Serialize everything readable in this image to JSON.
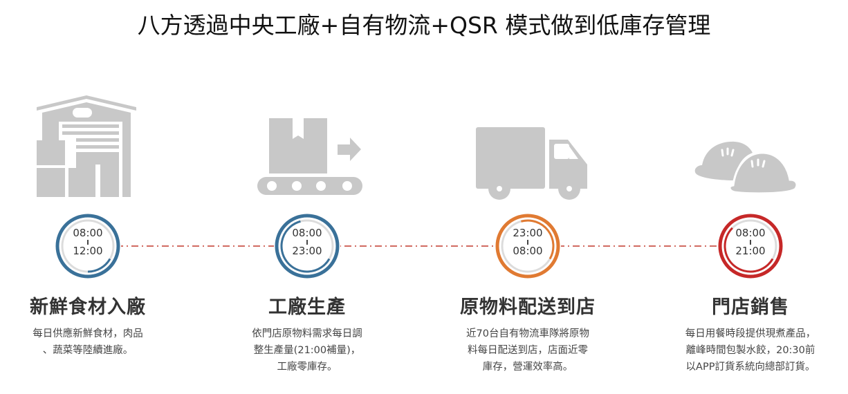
{
  "title": "八方透過中央工廠+自有物流+QSR 模式做到低庫存管理",
  "colors": {
    "icon": "#c8c8c8",
    "track": "#dcdcdc",
    "line": "#c0392b"
  },
  "steps": [
    {
      "icon": "warehouse-icon",
      "start": "08:00",
      "end": "12:00",
      "color": "#3a7199",
      "title": "新鮮食材入廠",
      "desc": [
        "每日供應新鮮食材，肉品",
        "、蔬菜等陸續進廠。"
      ]
    },
    {
      "icon": "conveyor-box-icon",
      "start": "08:00",
      "end": "23:00",
      "color": "#3a7199",
      "title": "工廠生產",
      "desc": [
        "依門店原物料需求每日調",
        "整生產量(21:00補量)，",
        "工廠零庫存。"
      ]
    },
    {
      "icon": "truck-icon",
      "start": "23:00",
      "end": "08:00",
      "color": "#e07a32",
      "title": "原物料配送到店",
      "desc": [
        "近70台自有物流車隊將原物",
        "料每日配送到店，店面近零",
        "庫存，營運效率高。"
      ]
    },
    {
      "icon": "dumplings-icon",
      "start": "08:00",
      "end": "21:00",
      "color": "#c62828",
      "title": "門店銷售",
      "desc": [
        "每日用餐時段提供現煮產品，",
        "離峰時間包製水餃，20:30前",
        "以APP訂貨系統向總部訂貨。"
      ]
    }
  ]
}
